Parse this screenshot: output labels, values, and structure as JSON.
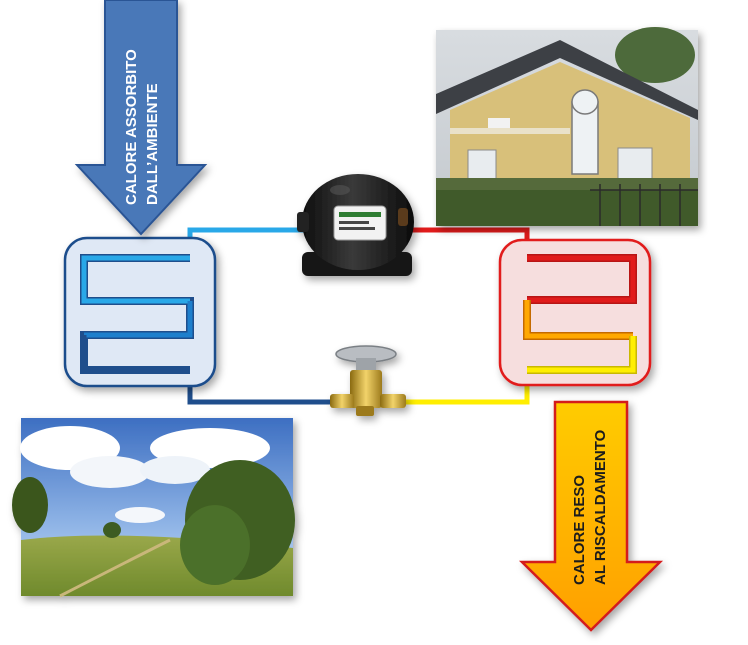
{
  "arrow_in": {
    "line1": "CALORE ASSORBITO",
    "line2": "DALL’AMBIENTE"
  },
  "arrow_out": {
    "line1": "CALORE RESO",
    "line2": "AL RISCALDAMENTO"
  },
  "colors": {
    "cold_dark": "#1f4e8c",
    "cold_mid": "#1e7fcc",
    "cold_light": "#29a8e8",
    "hot_red": "#e11b1b",
    "hot_orange": "#ffa800",
    "hot_yellow": "#ffee00",
    "arrow_in_fill": "#4a78b8",
    "arrow_out_fill": "#ffb000"
  }
}
